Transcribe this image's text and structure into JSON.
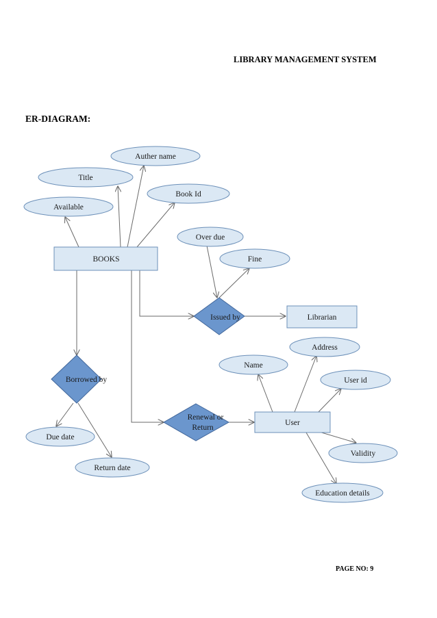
{
  "header": {
    "title": "LIBRARY MANAGEMENT SYSTEM"
  },
  "section": {
    "heading": "ER-DIAGRAM:"
  },
  "footer": {
    "page_label": "PAGE NO: 9"
  },
  "diagram": {
    "entities": {
      "books": "BOOKS",
      "librarian": "Librarian",
      "user": "User"
    },
    "relationships": {
      "issued_by": "Issued by",
      "borrowed_by": "Borrowed by",
      "renewal_or_return": [
        "Renewal or",
        "Return"
      ]
    },
    "attributes": {
      "auther_name": "Auther name",
      "title": "Title",
      "book_id": "Book Id",
      "available": "Available",
      "over_due": "Over due",
      "fine": "Fine",
      "address": "Address",
      "name": "Name",
      "user_id": "User id",
      "validity": "Validity",
      "education_details": "Education details",
      "due_date": "Due date",
      "return_date": "Return date"
    },
    "colors": {
      "entity_fill": "#dbe8f4",
      "attribute_fill": "#dbe8f4",
      "relationship_fill": "#6b96cd",
      "outline": "#6b8fb8",
      "connector": "#6a6a6a"
    }
  }
}
